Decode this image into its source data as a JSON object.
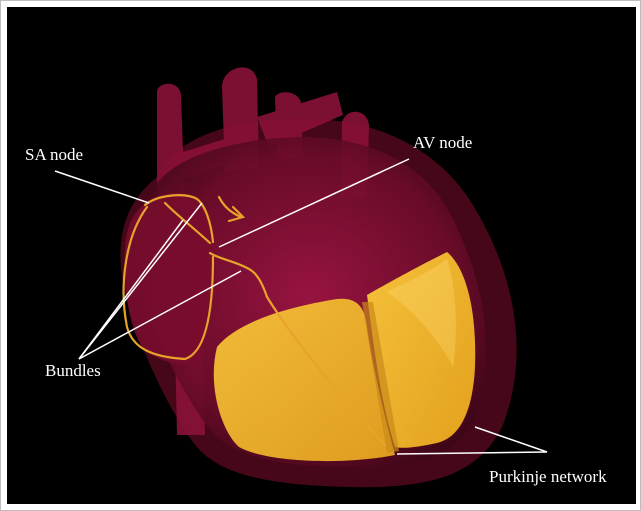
{
  "colors": {
    "background": "#000000",
    "heart_tissue": "#8a0e33",
    "ventricle_fill": "#f0b428",
    "conduction_path": "#e8a32a",
    "pointer_lines": "#ffffff",
    "label_text": "#ffffff"
  },
  "labels": {
    "sa_node": "SA node",
    "av_node": "AV node",
    "bundles": "Bundles",
    "purkinje": "Purkinje network"
  }
}
